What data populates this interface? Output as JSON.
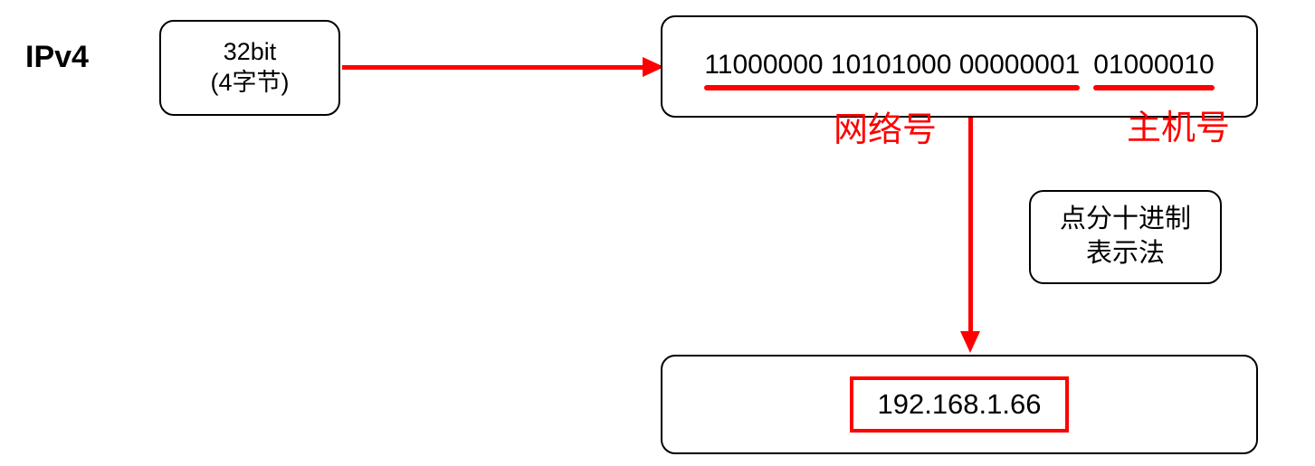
{
  "title": "IPv4",
  "bit_box": {
    "line1": "32bit",
    "line2": "(4字节)"
  },
  "binary": {
    "network_bits": "11000000 10101000 00000001",
    "host_bits": "01000010"
  },
  "labels": {
    "network": "网络号",
    "host": "主机号"
  },
  "notation_box": {
    "line1": "点分十进制",
    "line2": "表示法"
  },
  "result": {
    "ip": "192.168.1.66"
  },
  "colors": {
    "accent": "#ff0000",
    "line": "#000000",
    "background": "#ffffff"
  }
}
